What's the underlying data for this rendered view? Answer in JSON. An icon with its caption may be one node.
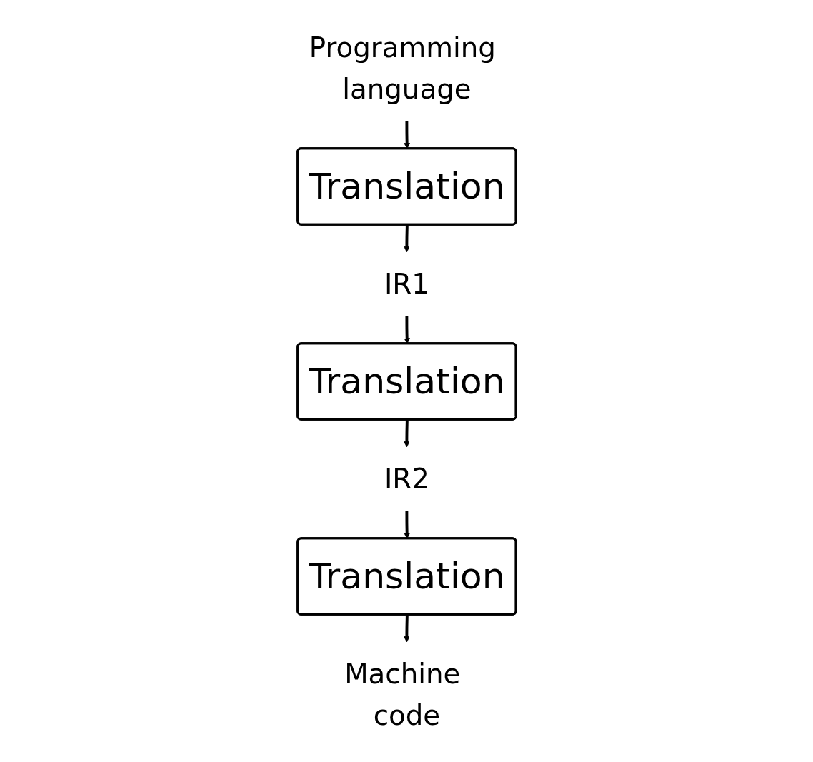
{
  "diagram": {
    "nodes": [
      {
        "text": [
          "Programming language"
        ]
      },
      {
        "text": [
          "Translation"
        ]
      },
      {
        "text": [
          "IR1"
        ]
      },
      {
        "text": [
          "Translation"
        ]
      },
      {
        "text": [
          "IR2"
        ]
      },
      {
        "text": [
          "Translation"
        ]
      },
      {
        "text": [
          "Machine code"
        ]
      }
    ],
    "edges": [
      {
        "from": 0,
        "to": 1,
        "arrow": "to"
      },
      {
        "from": 1,
        "to": 2,
        "arrow": "to"
      },
      {
        "from": 2,
        "to": 3,
        "arrow": "to"
      },
      {
        "from": 3,
        "to": 4,
        "arrow": "to"
      },
      {
        "from": 4,
        "to": 5,
        "arrow": "to"
      },
      {
        "from": 5,
        "to": 6,
        "arrow": "to"
      }
    ]
  }
}
